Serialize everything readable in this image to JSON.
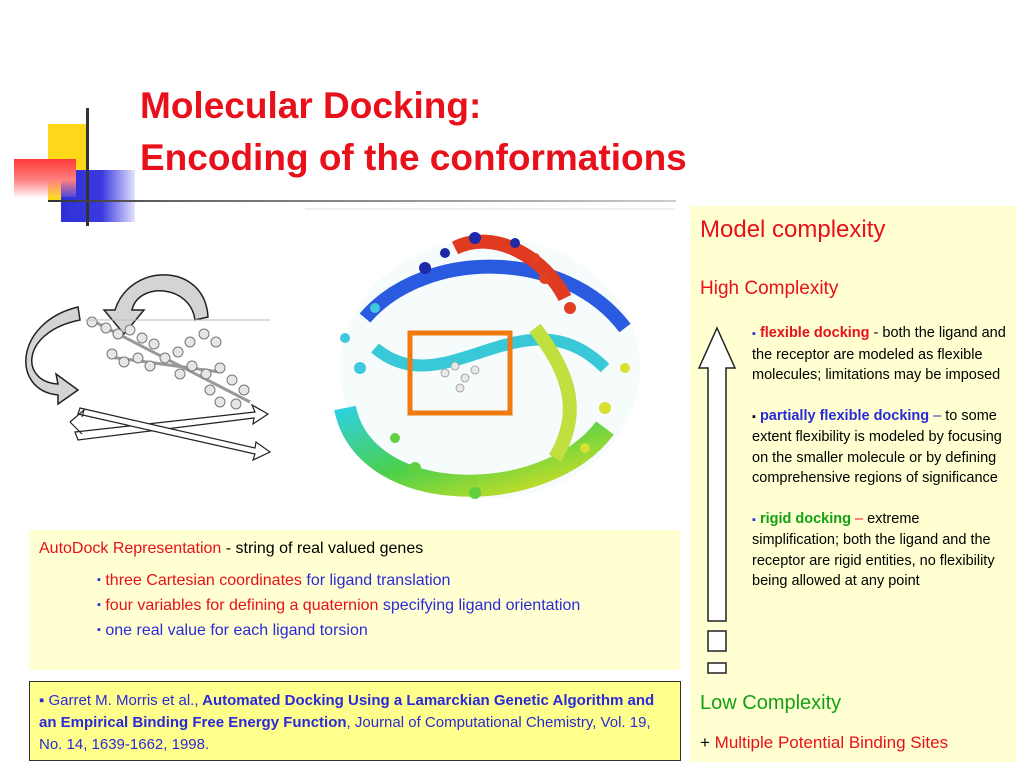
{
  "slide": {
    "title_line1": "Molecular Docking:",
    "title_line2": "Encoding of the conformations"
  },
  "representation": {
    "heading_red": "AutoDock Representation",
    "heading_rest": " - string of real valued genes",
    "items": [
      {
        "red": "three Cartesian coordinates",
        "blue": " for ligand translation"
      },
      {
        "red": "four variables for defining a quaternion",
        "blue": " specifying ligand orientation"
      },
      {
        "red": "",
        "blue": "one real value for each ligand torsion"
      }
    ]
  },
  "reference": {
    "bullet": "▪",
    "authors": " Garret M. Morris et al.,",
    "paper_title": " Automated Docking Using a Lamarckian Genetic Algorithm and an Empirical Binding Free Energy Function",
    "journal": ", Journal of Computational Chemistry, Vol. 19, No. 14, 1639-1662, 1998."
  },
  "complexity": {
    "title": "Model complexity",
    "high": "High Complexity",
    "low": "Low Complexity",
    "plus": "+ ",
    "multi": "Multiple Potential Binding Sites",
    "levels": [
      {
        "name": "flexible docking",
        "sep": " - ",
        "text": "both the ligand and the receptor are modeled as flexible molecules; limitations may be imposed",
        "color": "#e8101a"
      },
      {
        "name": "partially flexible docking",
        "sep": " – ",
        "text": "to some extent flexibility is modeled by focusing on the smaller molecule or by defining comprehensive regions of significance",
        "color": "#2a2ad8"
      },
      {
        "name": "rigid docking",
        "sep": " – ",
        "text": "extreme simplification; both the ligand and the receptor are rigid entities, no flexibility being allowed at any point",
        "color": "#14a014"
      }
    ]
  },
  "colors": {
    "accent_red": "#e8101a",
    "accent_blue": "#2a2ad8",
    "accent_green": "#14a014",
    "panel_bg": "#ffffd2",
    "ref_bg": "#ffff8c",
    "box_orange": "#f07a10"
  }
}
